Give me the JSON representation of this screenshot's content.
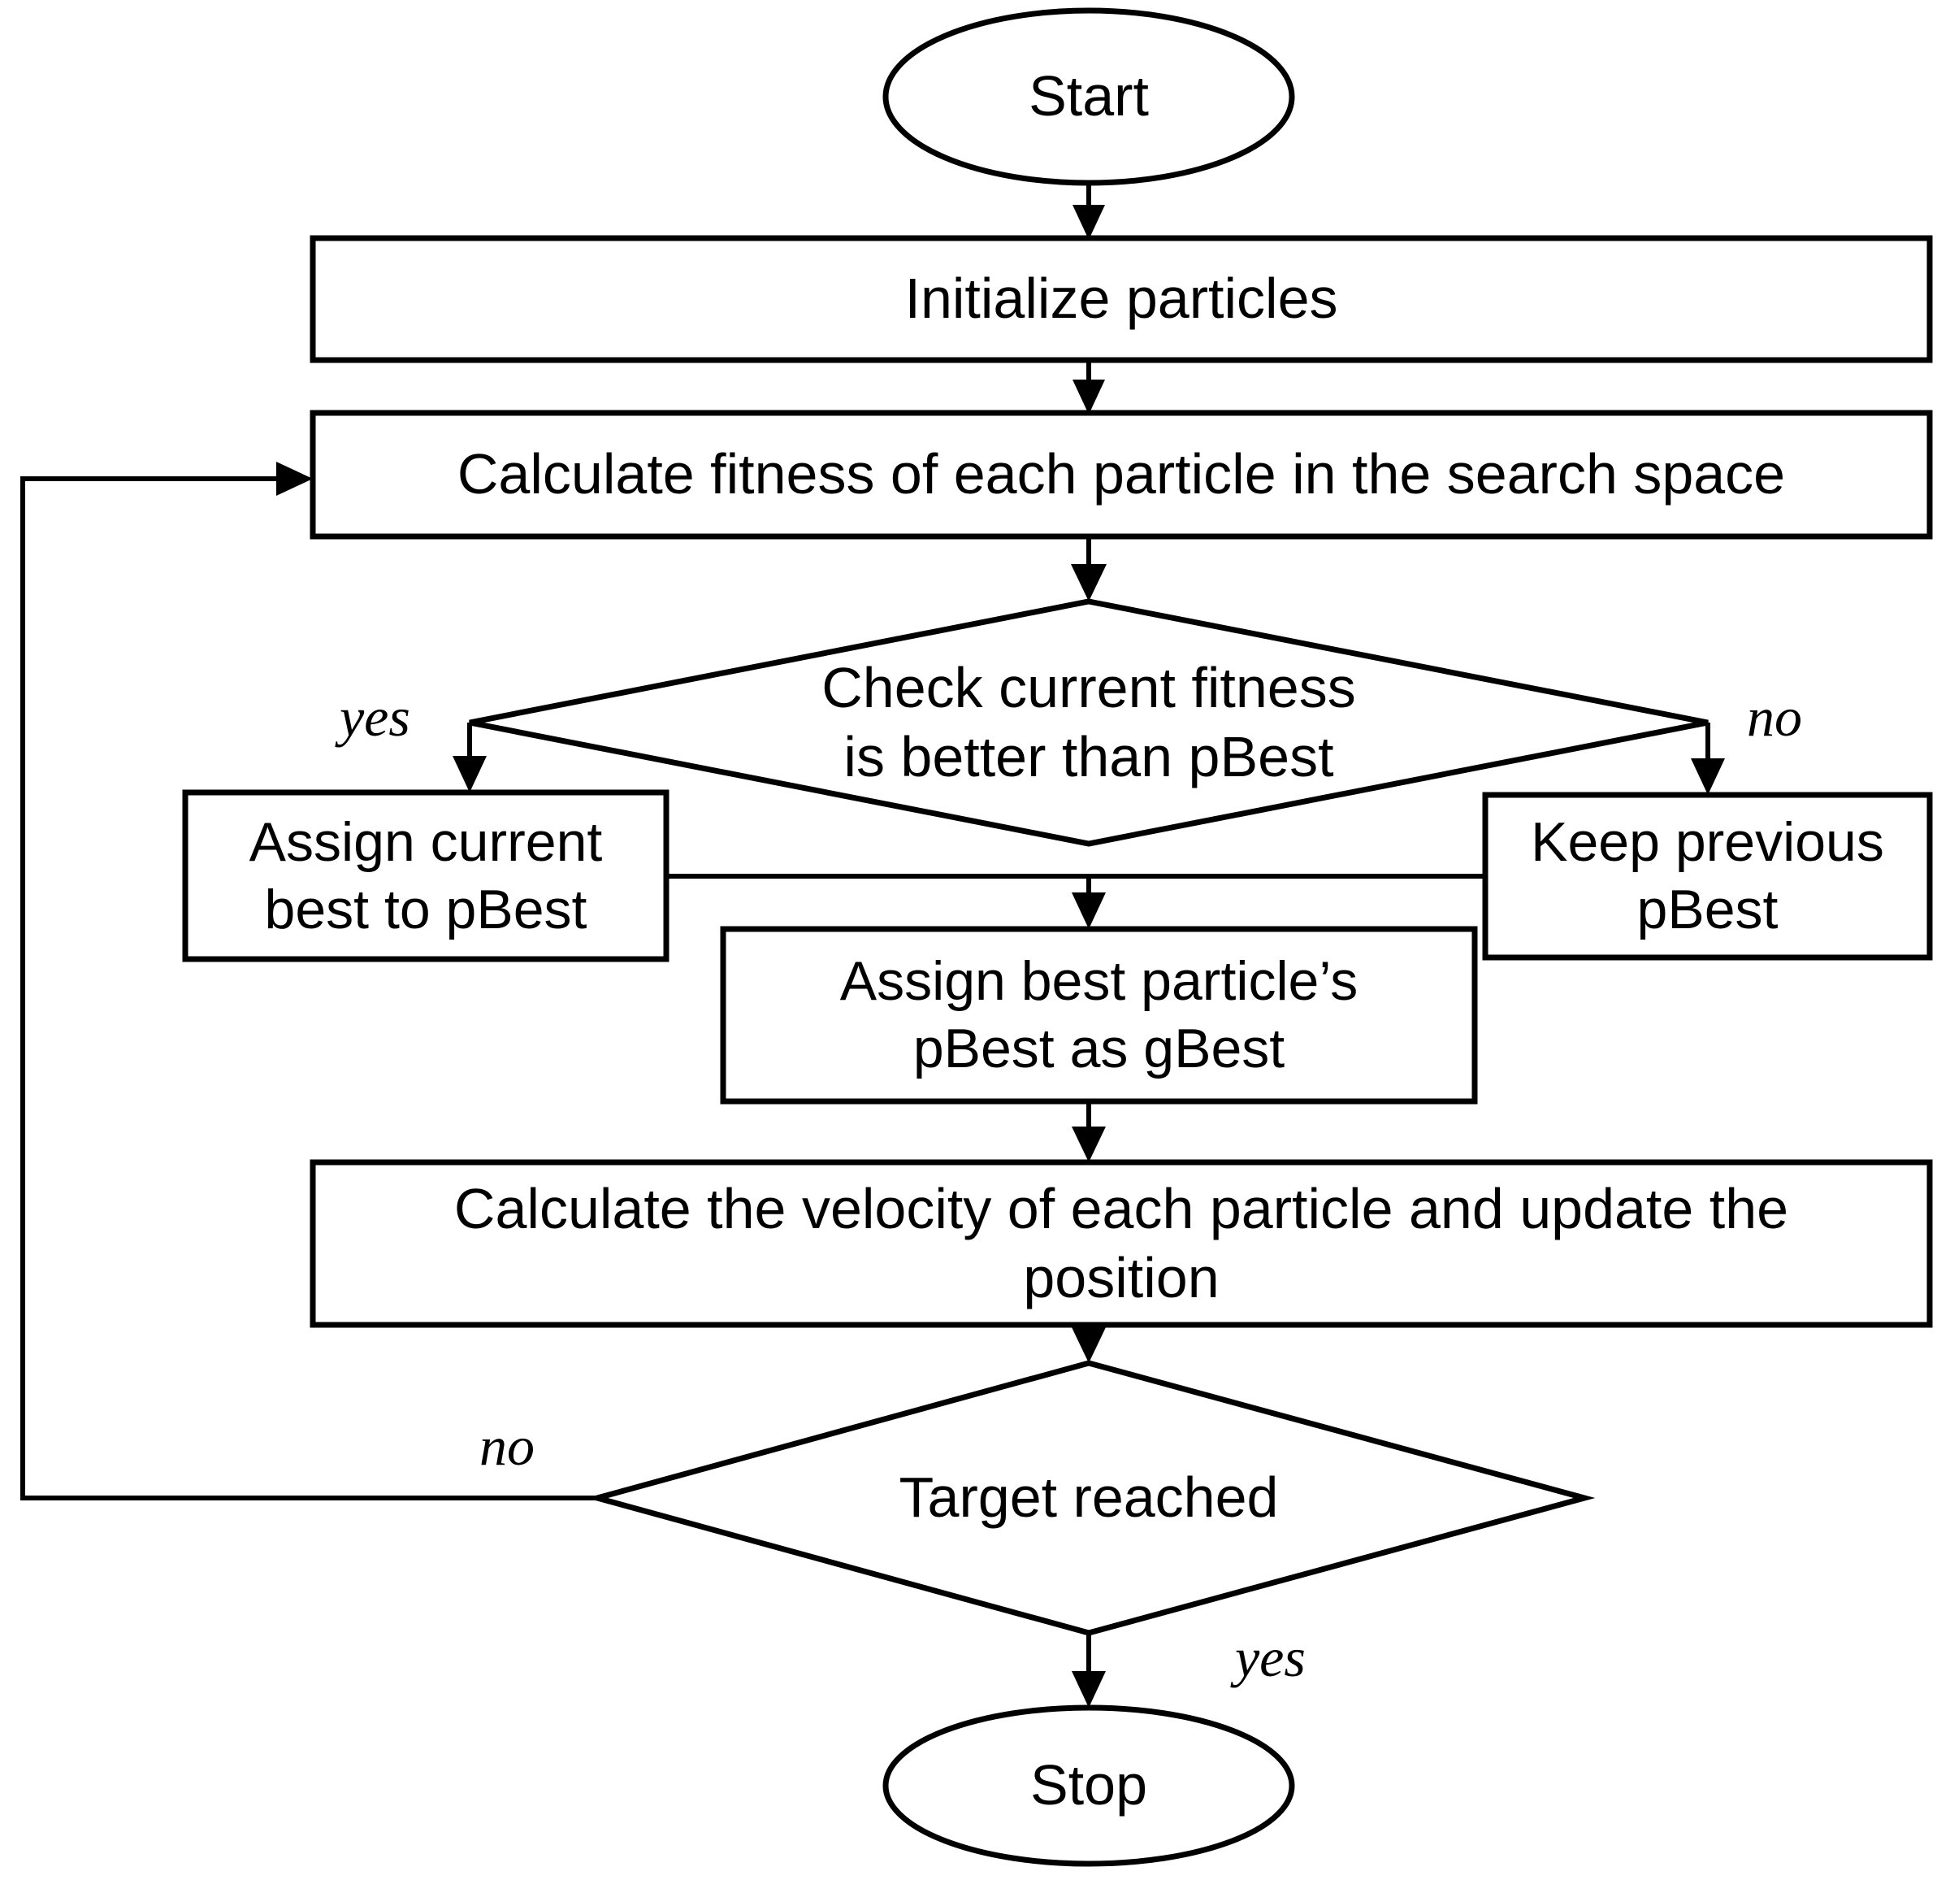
{
  "diagram": {
    "type": "flowchart",
    "title": "Particle Swarm Optimization (PSO) flowchart",
    "colors": {
      "stroke": "#000000",
      "fill": "#ffffff",
      "text": "#000000",
      "background": "#ffffff"
    },
    "nodes": {
      "start": {
        "label": "Start",
        "shape": "ellipse"
      },
      "initialize": {
        "label": "Initialize particles",
        "shape": "process"
      },
      "calculate_fitness": {
        "label": "Calculate fitness of each particle in the search space",
        "shape": "process"
      },
      "check_fitness": {
        "label": "Check current fitness\nis better than pBest",
        "shape": "decision"
      },
      "assign_current_best": {
        "label": "Assign current\nbest to pBest",
        "shape": "process"
      },
      "keep_previous": {
        "label": "Keep previous\npBest",
        "shape": "process"
      },
      "assign_gbest": {
        "label": "Assign best particle’s\npBest as gBest",
        "shape": "process"
      },
      "calculate_velocity": {
        "label": "Calculate the velocity of each particle and update the\nposition",
        "shape": "process"
      },
      "target_reached": {
        "label": "Target reached",
        "shape": "decision"
      },
      "stop": {
        "label": "Stop",
        "shape": "ellipse"
      }
    },
    "edge_labels": {
      "check_yes": "yes",
      "check_no": "no",
      "target_no": "no",
      "target_yes": "yes"
    },
    "edges": [
      {
        "from": "start",
        "to": "initialize",
        "label": ""
      },
      {
        "from": "initialize",
        "to": "calculate_fitness",
        "label": ""
      },
      {
        "from": "calculate_fitness",
        "to": "check_fitness",
        "label": ""
      },
      {
        "from": "check_fitness",
        "to": "assign_current_best",
        "label": "yes"
      },
      {
        "from": "check_fitness",
        "to": "keep_previous",
        "label": "no"
      },
      {
        "from": "check_fitness",
        "to": "assign_gbest",
        "label": ""
      },
      {
        "from": "assign_gbest",
        "to": "calculate_velocity",
        "label": ""
      },
      {
        "from": "calculate_velocity",
        "to": "target_reached",
        "label": ""
      },
      {
        "from": "target_reached",
        "to": "calculate_fitness",
        "label": "no"
      },
      {
        "from": "target_reached",
        "to": "stop",
        "label": "yes"
      }
    ]
  }
}
